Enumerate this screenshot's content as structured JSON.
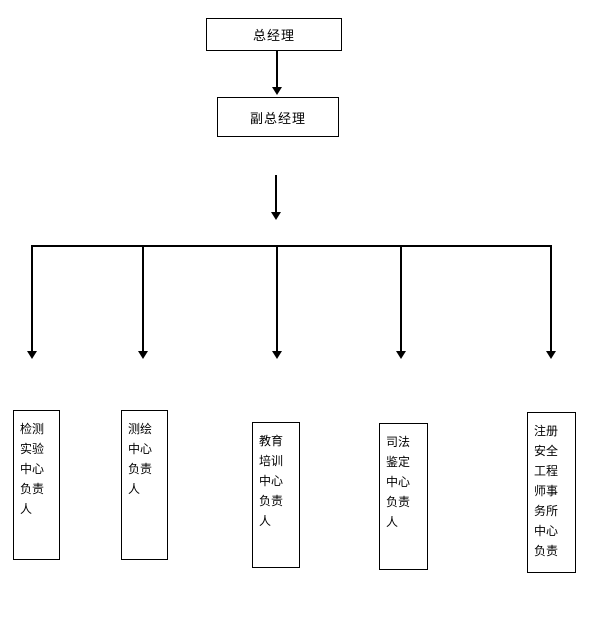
{
  "diagram": {
    "type": "org-chart",
    "background": "#ffffff",
    "line_color": "#000000",
    "border_color": "#000000",
    "text_color": "#000000"
  },
  "nodes": {
    "general_manager": {
      "label": "总经理"
    },
    "deputy_general_manager": {
      "label": "副总经理"
    }
  },
  "departments": [
    {
      "label": "检测实验中心负责人"
    },
    {
      "label": "测绘中心负责人"
    },
    {
      "label": "教育培训中心负责人"
    },
    {
      "label": "司法鉴定中心负责人"
    },
    {
      "label": "注册安全工程师事务所中心负责"
    }
  ]
}
